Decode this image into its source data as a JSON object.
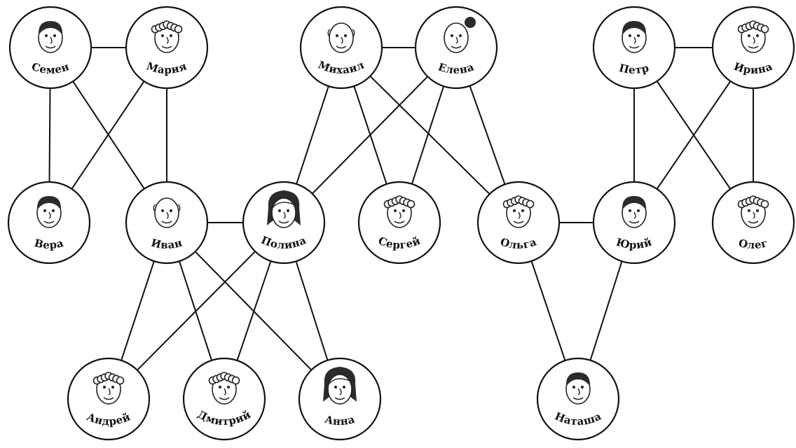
{
  "people": [
    {
      "id": "semen",
      "name": "Семен"
    },
    {
      "id": "maria",
      "name": "Мария"
    },
    {
      "id": "mikhail",
      "name": "Михаил"
    },
    {
      "id": "elena",
      "name": "Елена"
    },
    {
      "id": "petr",
      "name": "Петр"
    },
    {
      "id": "irina",
      "name": "Ирина"
    },
    {
      "id": "vera",
      "name": "Вера"
    },
    {
      "id": "ivan",
      "name": "Иван"
    },
    {
      "id": "polina",
      "name": "Полина"
    },
    {
      "id": "sergey",
      "name": "Сергей"
    },
    {
      "id": "olga",
      "name": "Ольга"
    },
    {
      "id": "yuriy",
      "name": "Юрий"
    },
    {
      "id": "oleg",
      "name": "Олег"
    },
    {
      "id": "andrey",
      "name": "Андрей"
    },
    {
      "id": "dmitriy",
      "name": "Дмитрий"
    },
    {
      "id": "anna",
      "name": "Анна"
    },
    {
      "id": "natasha",
      "name": "Наташа"
    }
  ],
  "links": [
    [
      "semen",
      "maria"
    ],
    [
      "mikhail",
      "elena"
    ],
    [
      "petr",
      "irina"
    ],
    [
      "semen",
      "vera"
    ],
    [
      "semen",
      "ivan"
    ],
    [
      "maria",
      "vera"
    ],
    [
      "maria",
      "ivan"
    ],
    [
      "mikhail",
      "polina"
    ],
    [
      "mikhail",
      "sergey"
    ],
    [
      "mikhail",
      "olga"
    ],
    [
      "elena",
      "polina"
    ],
    [
      "elena",
      "sergey"
    ],
    [
      "elena",
      "olga"
    ],
    [
      "petr",
      "yuriy"
    ],
    [
      "petr",
      "oleg"
    ],
    [
      "irina",
      "yuriy"
    ],
    [
      "irina",
      "oleg"
    ],
    [
      "ivan",
      "polina"
    ],
    [
      "olga",
      "yuriy"
    ],
    [
      "ivan",
      "andrey"
    ],
    [
      "ivan",
      "dmitriy"
    ],
    [
      "ivan",
      "anna"
    ],
    [
      "polina",
      "andrey"
    ],
    [
      "polina",
      "dmitriy"
    ],
    [
      "polina",
      "anna"
    ],
    [
      "olga",
      "natasha"
    ],
    [
      "yuriy",
      "natasha"
    ]
  ]
}
